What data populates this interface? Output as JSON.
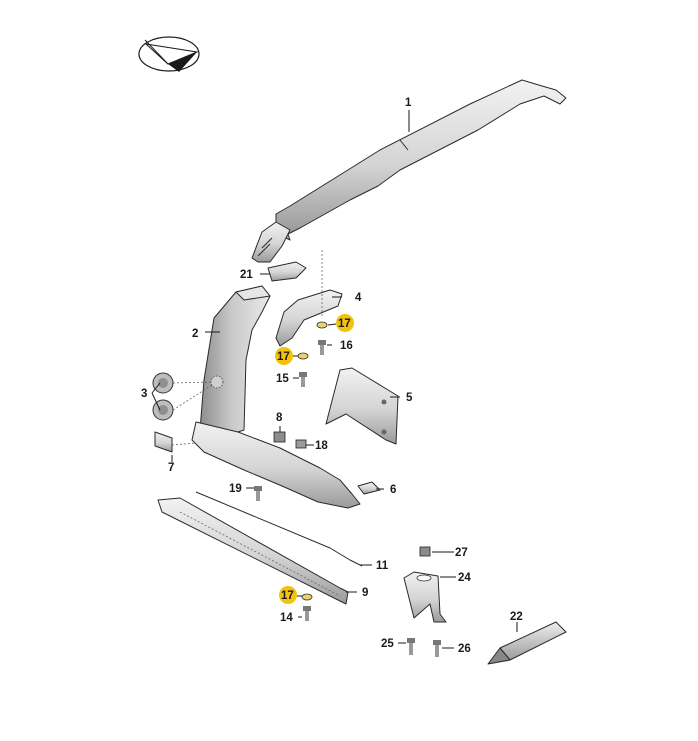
{
  "callouts": [
    {
      "id": "1",
      "label": "1",
      "highlighted": false
    },
    {
      "id": "2",
      "label": "2",
      "highlighted": false
    },
    {
      "id": "3",
      "label": "3",
      "highlighted": false
    },
    {
      "id": "4",
      "label": "4",
      "highlighted": false
    },
    {
      "id": "5",
      "label": "5",
      "highlighted": false
    },
    {
      "id": "6",
      "label": "6",
      "highlighted": false
    },
    {
      "id": "7",
      "label": "7",
      "highlighted": false
    },
    {
      "id": "8",
      "label": "8",
      "highlighted": false
    },
    {
      "id": "9",
      "label": "9",
      "highlighted": false
    },
    {
      "id": "11",
      "label": "11",
      "highlighted": false
    },
    {
      "id": "14",
      "label": "14",
      "highlighted": false
    },
    {
      "id": "15",
      "label": "15",
      "highlighted": false
    },
    {
      "id": "16",
      "label": "16",
      "highlighted": false
    },
    {
      "id": "17a",
      "label": "17",
      "highlighted": true
    },
    {
      "id": "17b",
      "label": "17",
      "highlighted": true
    },
    {
      "id": "17c",
      "label": "17",
      "highlighted": true
    },
    {
      "id": "18",
      "label": "18",
      "highlighted": false
    },
    {
      "id": "19",
      "label": "19",
      "highlighted": false
    },
    {
      "id": "21",
      "label": "21",
      "highlighted": false
    },
    {
      "id": "22",
      "label": "22",
      "highlighted": false
    },
    {
      "id": "24",
      "label": "24",
      "highlighted": false
    },
    {
      "id": "25",
      "label": "25",
      "highlighted": false
    },
    {
      "id": "26",
      "label": "26",
      "highlighted": false
    },
    {
      "id": "27",
      "label": "27",
      "highlighted": false
    }
  ],
  "colors": {
    "highlight": "#f2c20f",
    "part_fill": "#dcdcdc",
    "part_shade": "#a9a9a9",
    "line": "#1a1a1a"
  }
}
